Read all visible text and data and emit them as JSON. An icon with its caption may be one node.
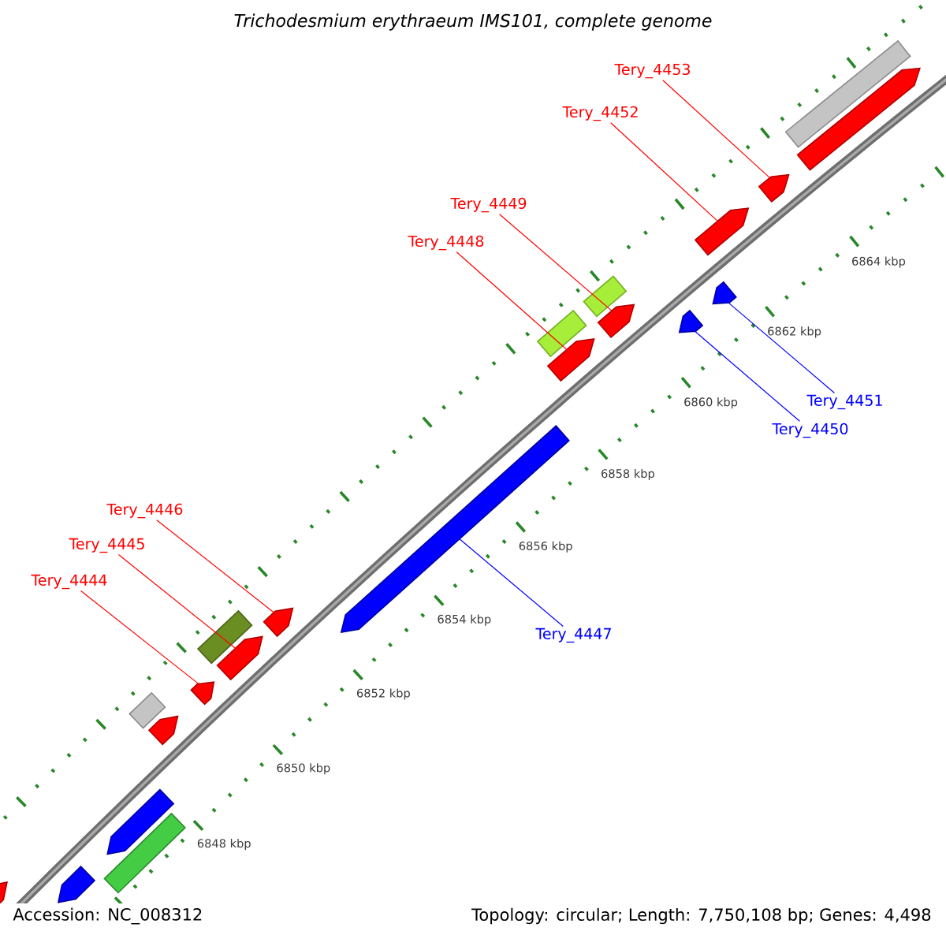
{
  "diagram": {
    "title": "Trichodesmium erythraeum IMS101, complete genome",
    "nodes": [
      {
        "text": [
          "Tery_4453"
        ]
      },
      {
        "text": [
          "Tery_4452"
        ]
      },
      {
        "text": [
          "Tery_4449"
        ]
      },
      {
        "text": [
          "Tery_4448"
        ]
      },
      {
        "text": [
          "Tery_4451"
        ]
      },
      {
        "text": [
          "Tery_4450"
        ]
      },
      {
        "text": [
          "Tery_4446"
        ]
      },
      {
        "text": [
          "Tery_4445"
        ]
      },
      {
        "text": [
          "Tery_4444"
        ]
      },
      {
        "text": [
          "Tery_4447"
        ]
      },
      {
        "text": [],
        "shape": "arrow"
      },
      {
        "text": [],
        "shape": "arrow"
      },
      {
        "text": [],
        "shape": "arrow"
      },
      {
        "text": [],
        "shape": "arrow"
      },
      {
        "text": [],
        "shape": "arrow"
      },
      {
        "text": [],
        "shape": "arrow"
      },
      {
        "text": [],
        "shape": "arrow"
      },
      {
        "text": [],
        "shape": "arrow"
      },
      {
        "text": [],
        "shape": "arrow"
      },
      {
        "text": [],
        "shape": "arrow"
      },
      {
        "text": [],
        "shape": "arrow"
      },
      {
        "text": [],
        "shape": "arrow"
      },
      {
        "text": [],
        "shape": "arrow"
      },
      {
        "text": [],
        "shape": "bar"
      },
      {
        "text": [],
        "shape": "arrow"
      },
      {
        "text": [],
        "shape": "bar"
      },
      {
        "text": [],
        "shape": "bar"
      },
      {
        "text": [],
        "shape": "bar"
      },
      {
        "text": [],
        "shape": "bar"
      },
      {
        "text": [],
        "shape": "arrow"
      },
      {
        "text": [],
        "shape": "bar"
      }
    ],
    "edges": [
      {
        "from": 0,
        "to": 10,
        "arrow": "none"
      },
      {
        "from": 1,
        "to": 11,
        "arrow": "none"
      },
      {
        "from": 2,
        "to": 12,
        "arrow": "none"
      },
      {
        "from": 3,
        "to": 13,
        "arrow": "none"
      },
      {
        "from": 4,
        "to": 14,
        "arrow": "none",
        "color": "#0000ff"
      },
      {
        "from": 5,
        "to": 15,
        "arrow": "none",
        "color": "#0000ff"
      },
      {
        "from": 6,
        "to": 16,
        "arrow": "none"
      },
      {
        "from": 7,
        "to": 17,
        "arrow": "none"
      },
      {
        "from": 8,
        "to": 18,
        "arrow": "none"
      },
      {
        "from": 9,
        "to": 19,
        "arrow": "none",
        "color": "#0000ff"
      }
    ],
    "labels": [
      "6864 kbp",
      "6862 kbp",
      "6860 kbp",
      "6858 kbp",
      "6856 kbp",
      "6854 kbp",
      "6852 kbp",
      "6850 kbp",
      "6848 kbp",
      "Accession: NC_008312",
      "Topology: circular; Length: 7,750,108 bp; Genes: 4,498"
    ]
  }
}
